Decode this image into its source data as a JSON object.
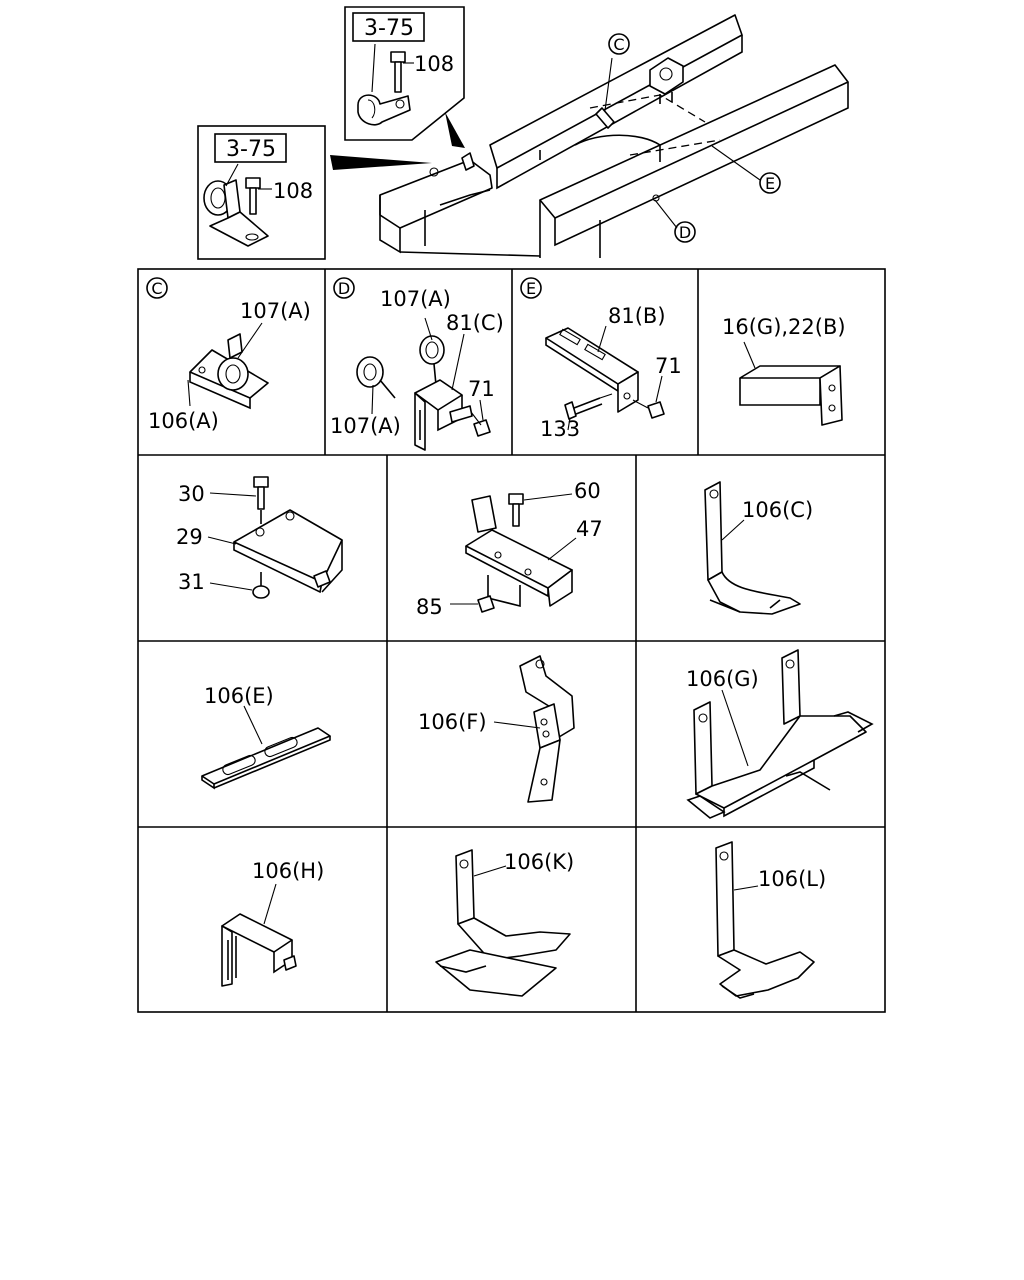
{
  "overview": {
    "inset_top": {
      "ref": "3-75",
      "label": "108"
    },
    "inset_left": {
      "ref": "3-75",
      "label": "108"
    },
    "markers": {
      "c": "C",
      "d": "D",
      "e": "E"
    }
  },
  "cells": {
    "c": {
      "marker": "C",
      "labels": [
        "107(A)",
        "106(A)"
      ]
    },
    "d": {
      "marker": "D",
      "labels": [
        "107(A)",
        "81(C)",
        "71",
        "107(A)"
      ]
    },
    "e": {
      "marker": "E",
      "labels": [
        "81(B)",
        "71",
        "133"
      ]
    },
    "r1c4": {
      "labels": [
        "16(G),22(B)"
      ]
    },
    "r2c1": {
      "labels": [
        "30",
        "29",
        "31"
      ]
    },
    "r2c2": {
      "labels": [
        "60",
        "47",
        "85"
      ]
    },
    "r2c3": {
      "labels": [
        "106(C)"
      ]
    },
    "r3c1": {
      "labels": [
        "106(E)"
      ]
    },
    "r3c2": {
      "labels": [
        "106(F)"
      ]
    },
    "r3c3": {
      "labels": [
        "106(G)"
      ]
    },
    "r4c1": {
      "labels": [
        "106(H)"
      ]
    },
    "r4c2": {
      "labels": [
        "106(K)"
      ]
    },
    "r4c3": {
      "labels": [
        "106(L)"
      ]
    }
  }
}
